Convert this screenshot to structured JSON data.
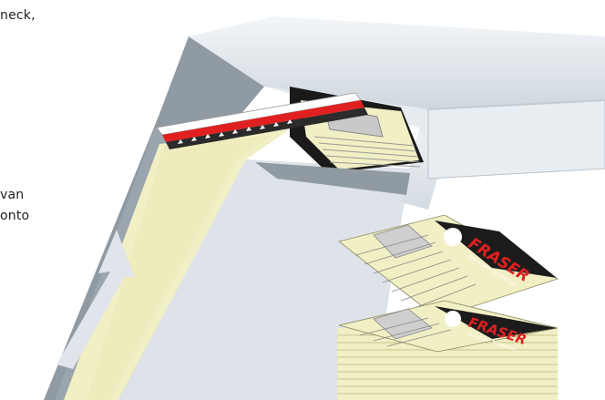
{
  "text_fragments": [
    "neck,",
    "van",
    "onto"
  ],
  "logo": {
    "brand": "FRASER",
    "tagline": "Anti-Static Techniques"
  },
  "colors": {
    "paper": "#f1efc4",
    "guide": "#8f9aa2",
    "housing": "#e3e8ee",
    "red_bar": "#e02020",
    "logo_bg": "#1c1c1c",
    "arrow": "#dfe5ea"
  }
}
